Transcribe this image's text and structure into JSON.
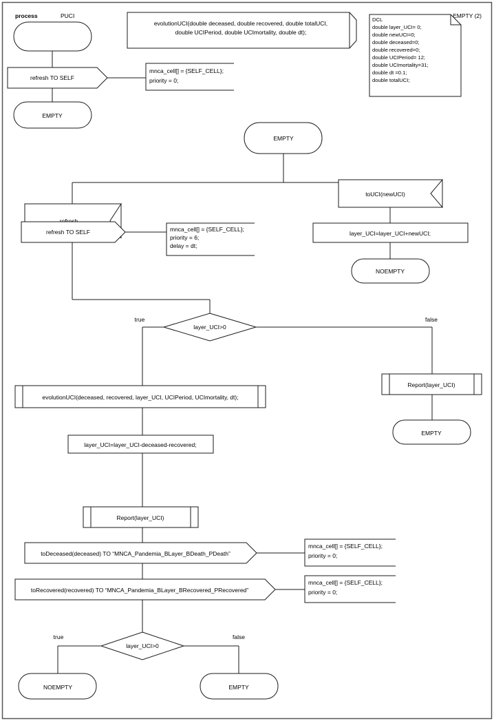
{
  "diagram": {
    "type": "SDL process diagram",
    "header": {
      "keyword": "process",
      "process_name": "PUCI",
      "page_label": "EMPTY (2)"
    },
    "procedure_signature": "evolutionUCI(double deceased, double recovered, double totalUCI,",
    "procedure_signature_line2": "double UCIPeriod, double UCImortality, double dt);",
    "dcl": {
      "title": "DCL",
      "lines": [
        "double layer_UCI= 0;",
        "double newUCI=0;",
        "double deceased=0;",
        "double recovered=0;",
        "double UCIPeriod= 12;",
        "double UCImortality=31;",
        "double dt =0.1;",
        "double totalUCI;"
      ]
    },
    "start_branch": {
      "start_state_label": "",
      "output_label": "refresh TO SELF",
      "comment_line1": "mnca_cell[] = {SELF_CELL};",
      "comment_line2": "priority = 0;",
      "next_state": "EMPTY"
    },
    "empty_state": "EMPTY",
    "left_branch": {
      "input_label": "refresh",
      "output_label": "refresh TO SELF",
      "comment_line1": "mnca_cell[] = {SELF_CELL};",
      "comment_line2": "priority = 6;",
      "comment_line3": "delay = dt;"
    },
    "right_branch": {
      "input_label": "toUCI(newUCI)",
      "task_label": "layer_UCI=layer_UCI+newUCI;",
      "next_state": "NOEMPTY"
    },
    "decision_1": {
      "condition": "layer_UCI>0",
      "true_label": "true",
      "false_label": "false"
    },
    "true_path": {
      "call_label": "evolutionUCI(deceased, recovered, layer_UCI, UCIPeriod, UCImortality, dt);",
      "task_label": "layer_UCI=layer_UCI-deceased-recovered;",
      "report_label": "Report(layer_UCI)",
      "output_deceased": "toDeceased(deceased) TO “MNCA_Pandemia_BLayer_BDeath_PDeath”",
      "comment_deceased_line1": "mnca_cell[] = {SELF_CELL};",
      "comment_deceased_line2": "priority = 0;",
      "output_recovered": "toRecovered(recovered) TO “MNCA_Pandemia_BLayer_BRecovered_PRecovered”",
      "comment_recovered_line1": "mnca_cell[] = {SELF_CELL};",
      "comment_recovered_line2": "priority = 0;"
    },
    "false_path": {
      "report_label": "Report(layer_UCI)",
      "next_state": "EMPTY"
    },
    "decision_2": {
      "condition": "layer_UCI>0",
      "true_label": "true",
      "false_label": "false",
      "true_state": "NOEMPTY",
      "false_state": "EMPTY"
    },
    "colors": {
      "stroke": "#1a1a1a",
      "frame": "#555555",
      "background": "#ffffff"
    }
  }
}
